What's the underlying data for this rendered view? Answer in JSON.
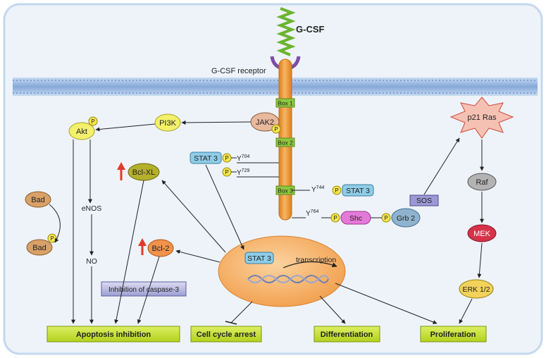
{
  "ligand": {
    "label": "G-CSF"
  },
  "receptor": {
    "label": "G-CSF receptor",
    "boxes": [
      "Box 1",
      "Box 2",
      "Box 3"
    ],
    "tyrosines": [
      {
        "letter": "Y",
        "number": "704"
      },
      {
        "letter": "Y",
        "number": "729"
      },
      {
        "letter": "Y",
        "number": "744"
      },
      {
        "letter": "Y",
        "number": "764"
      }
    ]
  },
  "phospho": "P",
  "nodes": {
    "jak2": "JAK2",
    "pi3k": "PI3K",
    "akt": "Akt",
    "bad_top": "Bad",
    "bad_bottom": "Bad",
    "enos": "eNOS",
    "no": "NO",
    "bclxl": "Bcl-XL",
    "bcl2": "Bcl-2",
    "caspase": "Inhibition of caspase-3",
    "stat3_top": "STAT 3",
    "stat3_right": "STAT 3",
    "stat3_nucleus": "STAT 3",
    "shc": "Shc",
    "grb2": "Grb 2",
    "sos": "SOS",
    "ras": "p21 Ras",
    "raf": "Raf",
    "mek": "MEK",
    "erk": "ERK 1/2",
    "transcription": "transcription"
  },
  "outcomes": {
    "apoptosis": "Apoptosis inhibition",
    "cellcycle": "Cell cycle arrest",
    "differentiation": "Differentiation",
    "proliferation": "Proliferation"
  },
  "colors": {
    "background": "#eef3fa",
    "membrane": "#9fbde4",
    "receptor": "#f0a13c",
    "box": "#8ec63f",
    "phospho": "#f5e64a",
    "stat3": "#8ecde8",
    "akt": "#f3f06a",
    "bad": "#d9a167",
    "bclxl": "#b5b02a",
    "bcl2": "#f2924a",
    "nucleus": "#f5a95a",
    "shc": "#e47ad7",
    "grb2": "#8fb3cf",
    "sos": "#9c98d4",
    "ras": "#f5c1b3",
    "raf": "#b3b3b3",
    "mek": "#d6324a",
    "erk": "#f2d25a",
    "outcome": "#c5e02d",
    "up_arrow": "#e33a2a"
  }
}
